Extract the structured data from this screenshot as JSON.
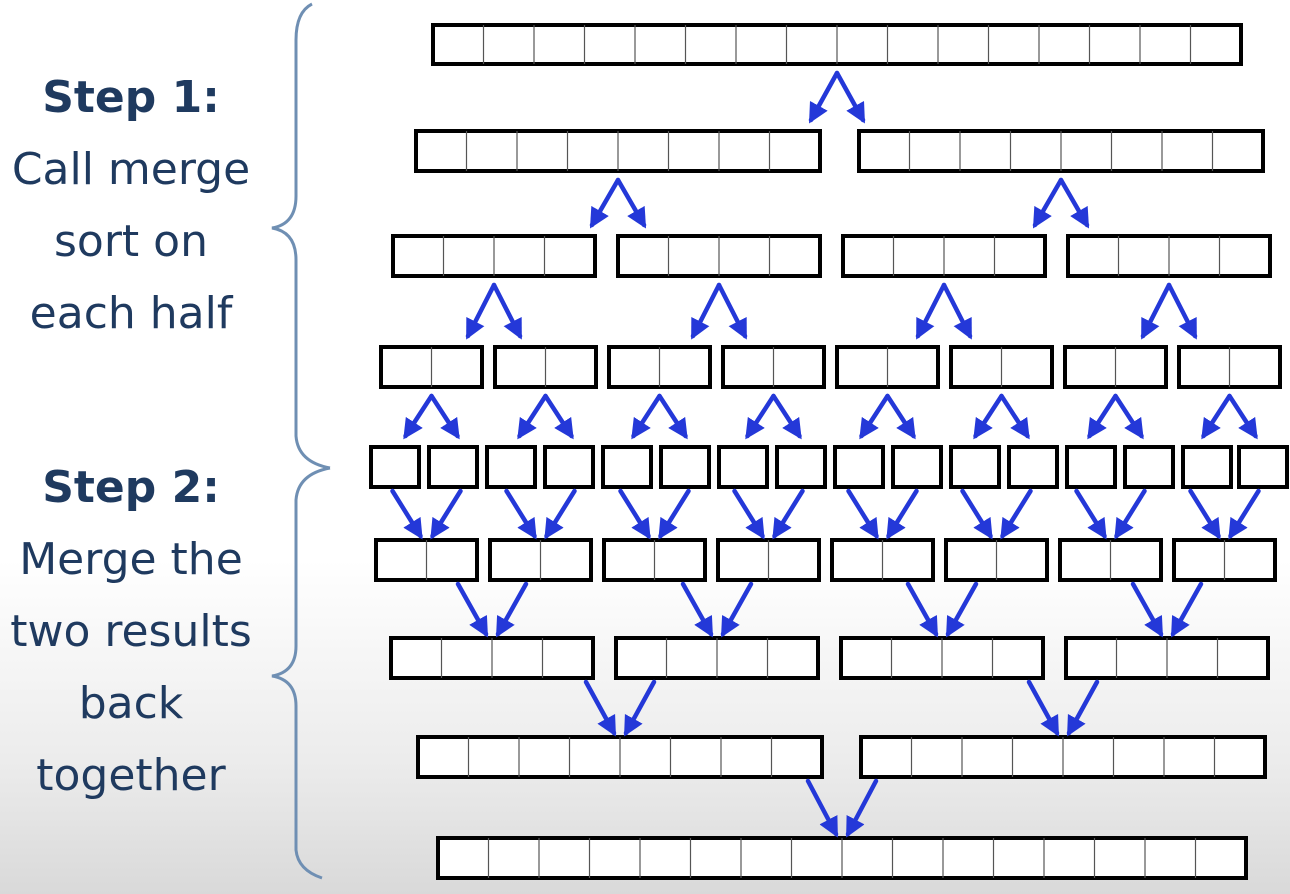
{
  "step1": {
    "heading": "Step 1:",
    "lines": [
      "Call merge",
      "sort on",
      "each half"
    ]
  },
  "step2": {
    "heading": "Step 2:",
    "lines": [
      "Merge the",
      "two results",
      "back",
      "together"
    ]
  },
  "colors": {
    "text": "#1f3a5f",
    "arrow": "#2438d8",
    "brace": "#6f8fb3",
    "box": "#000000"
  },
  "levels": [
    {
      "array_count": 1,
      "cells_per_array": 16
    },
    {
      "array_count": 2,
      "cells_per_array": 8
    },
    {
      "array_count": 4,
      "cells_per_array": 4
    },
    {
      "array_count": 8,
      "cells_per_array": 2
    },
    {
      "array_count": 16,
      "cells_per_array": 1
    },
    {
      "array_count": 8,
      "cells_per_array": 2
    },
    {
      "array_count": 4,
      "cells_per_array": 4
    },
    {
      "array_count": 2,
      "cells_per_array": 8
    },
    {
      "array_count": 1,
      "cells_per_array": 16
    }
  ]
}
